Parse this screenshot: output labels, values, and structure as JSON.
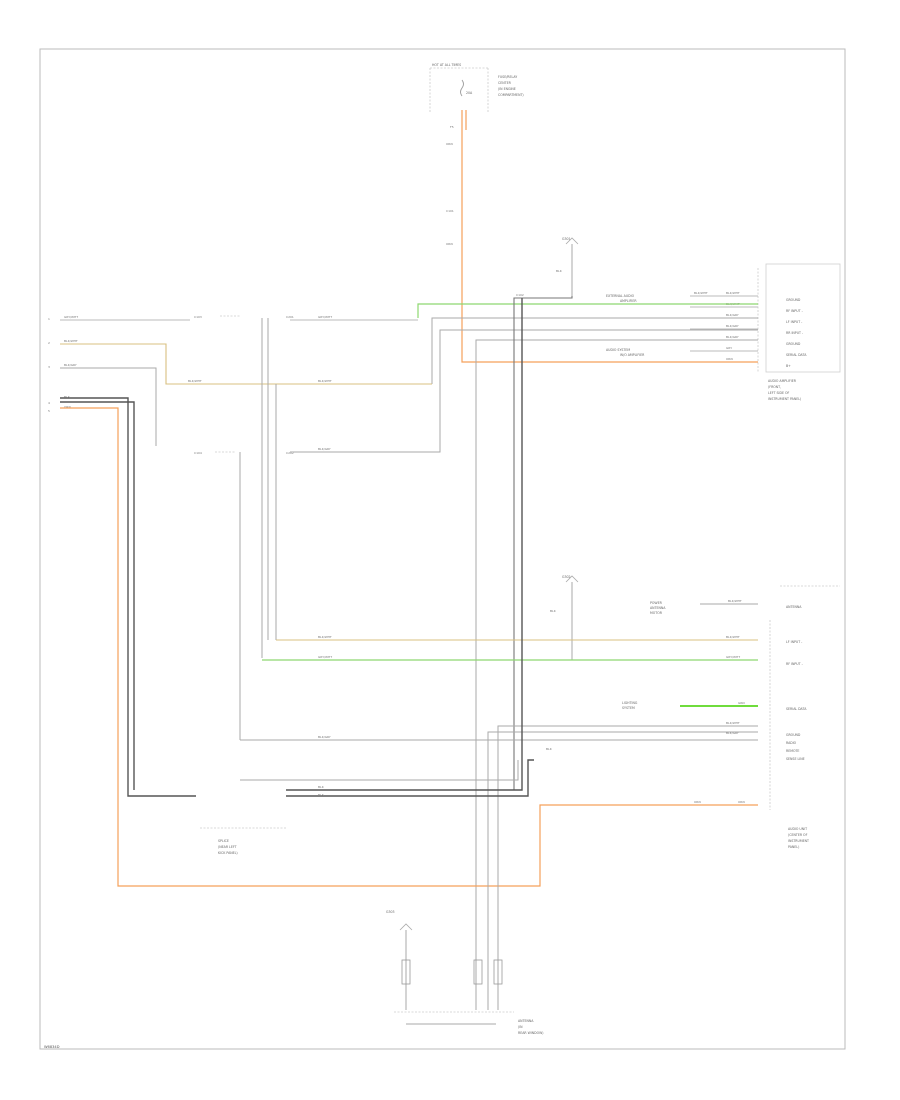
{
  "diagram": {
    "footer_code": "W6834D",
    "ground_top": "G301",
    "ground_mid": "G302",
    "ground_bottom": "G303",
    "fuse_label": "HOT AT ALL TIMES",
    "fuse_note": [
      "FUSE/RELAY",
      "CENTER",
      "(IN ENGINE",
      "COMPARTMENT)"
    ],
    "fuse_rating": "20A",
    "fuse_pin": "F5",
    "unit_upper_name": [
      "AUDIO AMPLIFIER",
      "(FRONT,",
      "LEFT SIDE OF",
      "INSTRUMENT PANEL)"
    ],
    "unit_lower_name": [
      "AUDIO UNIT",
      "(CENTER OF",
      "INSTRUMENT",
      "PANEL)"
    ],
    "junction_name": [
      "SPLICE",
      "(NEAR LEFT",
      "KICK PANEL)"
    ],
    "antenna_name": [
      "ANTENNA",
      "(IN",
      "REAR WINDOW)"
    ],
    "relay_name": [
      "POWER",
      "ANTENNA",
      "MOTOR"
    ],
    "upper_pins": [
      "GROUND",
      "RF INPUT -",
      "LF INPUT -",
      "RR INPUT -",
      "GROUND",
      "SERIAL DATA",
      "B+"
    ],
    "lower_pins": [
      "ANTENNA",
      "LF INPUT -",
      "RF INPUT -",
      "SERIAL DATA",
      "GROUND",
      "RADIO",
      "REMOTE",
      "SENSE LINE"
    ],
    "left_wires": [
      "GRY/WHT",
      "BLK/WHT",
      "BLK/GRY",
      "BLK",
      "ORN"
    ],
    "mid_wires": [
      "GRY/WHT",
      "BLK/WHT",
      "BLK/GRY",
      "BLK/WHT",
      "BLK/GRY",
      "BLK",
      "BLK"
    ],
    "right_wires": [
      "ORN",
      "GRN",
      "BLK/WHT",
      "BLK/GRY",
      "GRY",
      "GRY/WHT",
      "BLK",
      "ORN",
      "ORN"
    ],
    "connectors": [
      "C101",
      "C102",
      "C103",
      "C104",
      "C201",
      "C202"
    ],
    "notes": [
      "EXTERNAL AUDIO",
      "AMPLIFIER",
      "AUDIO SYSTEM",
      "W/O AMPLIFIER",
      "LIGHTING",
      "SYSTEM"
    ],
    "wire_colors": {
      "orange": "#f5a05a",
      "green": "#8ed870",
      "tan": "#d8c080",
      "gray": "#aaaaaa",
      "dark": "#555555"
    }
  }
}
